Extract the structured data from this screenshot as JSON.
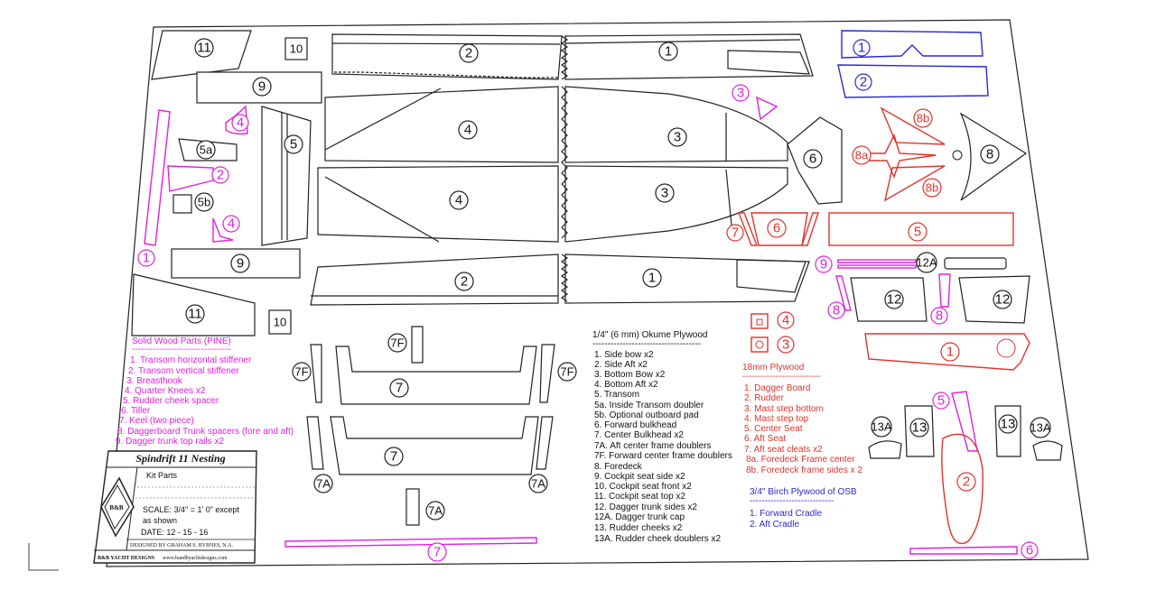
{
  "colors": {
    "black": "#222222",
    "magenta": "#e020e0",
    "red": "#e0342c",
    "blue": "#2a2ad0"
  },
  "part_labels": {
    "p1": "1",
    "p2": "2",
    "p3": "3",
    "p4": "4",
    "p5": "5",
    "p5a": "5a",
    "p5b": "5b",
    "p6": "6",
    "p7": "7",
    "p7a": "7A",
    "p7f": "7F",
    "p8": "8",
    "p8a": "8a",
    "p8b": "8b",
    "p9": "9",
    "p10": "10",
    "p11": "11",
    "p12": "12",
    "p12a": "12A",
    "p13": "13",
    "p13a": "13A"
  },
  "legend_pine": {
    "title": "Solid Wood Parts (PINE)",
    "rule": "---------------------------------",
    "items": [
      "1. Transom horizontal stiffener",
      "2. Transom vertical stiffener",
      "3. Breasthook",
      "4. Quarter Knees x2",
      "5. Rudder cheek spacer",
      "6. Tiller",
      "7. Keel (two piece)",
      "8. Daggerboard Trunk spacers (fore and aft)",
      "9. Dagger trunk top rails x2"
    ]
  },
  "legend_okume": {
    "title": "1/4\" (6 mm) Okume Plywood",
    "rule": "------------------------------------",
    "items": [
      "1. Side bow x2",
      "2. Side Aft x2",
      "3. Bottom Bow x2",
      "4. Bottom Aft x2",
      "5. Transom",
      "5a. Inside Transom doubler",
      "5b. Optional outboard pad",
      "6. Forward bulkhead",
      "7. Center Bulkhead x2",
      "7A. Aft center frame doublers",
      "7F. Forward center frame doublers",
      "8. Foredeck",
      "9. Cockpit seat side x2",
      "10. Cockpit seat front x2",
      "11. Cockpit seat top x2",
      "12. Dagger trunk sides x2",
      "12A. Dagger trunk cap",
      "13. Rudder cheeks x2",
      "13A. Rudder cheek doublers x2"
    ]
  },
  "legend_18mm": {
    "title": "18mm Plywood",
    "rule": "--------------------------",
    "items": [
      "1. Dagger Board",
      "2. Rudder",
      "3. Mast step bottom",
      "4. Mast step top",
      "5. Center Seat",
      "6. Aft Seat",
      "7. Aft seat cleats x2",
      "8a. Foredeck Frame center",
      "8b. Foredeck frame sides x 2"
    ]
  },
  "legend_birch": {
    "title": "3/4\" Birch Plywood of OSB",
    "rule": "----------------------------",
    "items": [
      "1. Forward Cradle",
      "2. Aft Cradle"
    ]
  },
  "title_block": {
    "title": "Spindrift 11 Nesting",
    "kit_parts": "Kit Parts",
    "scale_line1": "SCALE: 3/4\" = 1' 0\" except",
    "scale_line2": "as shown",
    "date": "DATE:  12 - 15 - 16",
    "designer": "DESIGNED BY GRAHAM S. BYRNES, N.A.",
    "company": "B&B YACHT DESIGNS",
    "website": "www.bandbyachtdesigns.com",
    "logo_letters": "B&B"
  }
}
